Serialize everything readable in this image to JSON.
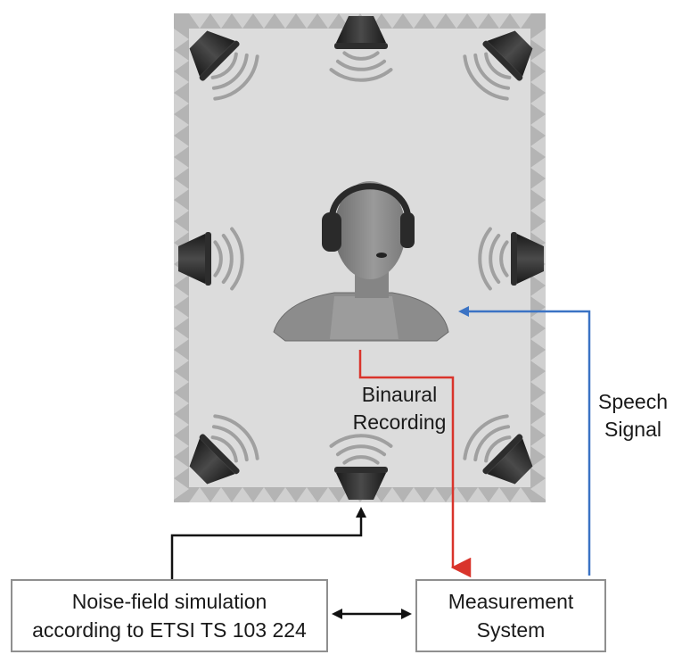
{
  "colors": {
    "room_fill": "#dcdcdc",
    "room_wall": "#b4b4b4",
    "speaker": "#2d2d2d",
    "sound_wave": "#a0a0a0",
    "binaural_arrow": "#d9342b",
    "speech_arrow": "#3b73c4",
    "noise_arrow": "#111111",
    "box_border": "#8f8f8f",
    "text": "#1a1a1a"
  },
  "icons": [
    "loudspeaker-icon",
    "sound-wave-icon",
    "head-and-torso-simulator-icon",
    "headphones-icon"
  ],
  "labels": {
    "binaural": [
      "Binaural",
      "Recording"
    ],
    "speech": [
      "Speech",
      "Signal"
    ]
  },
  "boxes": {
    "noise_field": [
      "Noise-field simulation",
      "according to ETSI TS 103 224"
    ],
    "measurement": [
      "Measurement",
      "System"
    ]
  }
}
